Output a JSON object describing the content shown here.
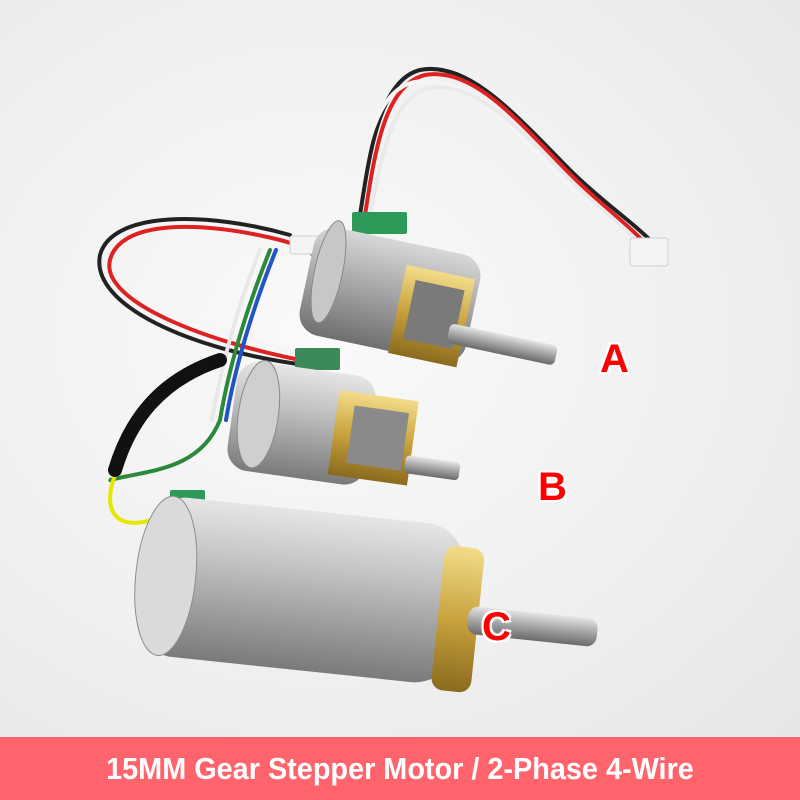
{
  "banner": {
    "text": "15MM Gear Stepper Motor / 2-Phase 4-Wire",
    "bg_color": "#ff646c",
    "text_color": "#ffffff"
  },
  "labels": [
    {
      "id": "A",
      "text": "A",
      "color": "#ff0000"
    },
    {
      "id": "B",
      "text": "B",
      "color": "#ff0000"
    },
    {
      "id": "C",
      "text": "C",
      "color": "#ff0000"
    }
  ],
  "motors": [
    {
      "id": "A",
      "description": "15mm stepper motor with brass gearbox and flat shaft"
    },
    {
      "id": "B",
      "description": "15mm stepper motor with short brass gearbox and stepped shaft"
    },
    {
      "id": "C",
      "description": "15mm stepper motor with cylindrical planetary gearbox and round shaft"
    }
  ]
}
